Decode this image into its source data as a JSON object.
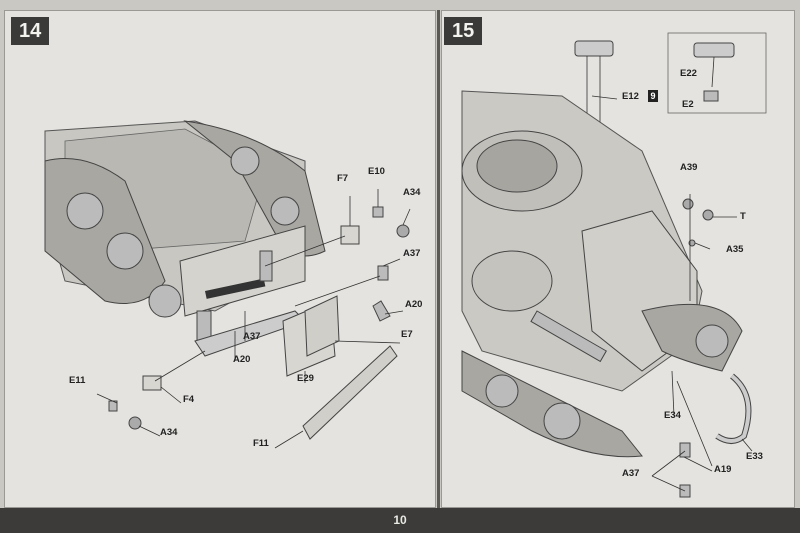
{
  "steps": [
    {
      "number": "14",
      "labels": [
        "F7",
        "E10",
        "A34",
        "A37",
        "A20",
        "E7",
        "E29",
        "A37",
        "A20",
        "E11",
        "F4",
        "A34",
        "F11"
      ]
    },
    {
      "number": "15",
      "labels": [
        "E22",
        "E2",
        "E12",
        "A39",
        "T",
        "A35",
        "E34",
        "A19",
        "E33",
        "A37"
      ]
    }
  ],
  "page_number": "10",
  "icons": [
    "glue-icon"
  ]
}
